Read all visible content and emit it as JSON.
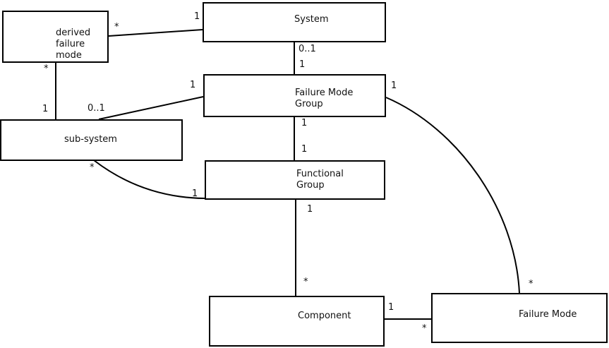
{
  "diagram": {
    "type": "uml-class-association-diagram",
    "colors": {
      "background": "#ffffff",
      "box_fill": "#ffffff",
      "box_border": "#000000",
      "line": "#000000",
      "text": "#111111"
    },
    "nodes": [
      {
        "id": "derived-failure-mode",
        "label": "derived\nfailure\nmode"
      },
      {
        "id": "system",
        "label": "System"
      },
      {
        "id": "failure-mode-group",
        "label": "Failure Mode\nGroup"
      },
      {
        "id": "sub-system",
        "label": "sub-system"
      },
      {
        "id": "functional-group",
        "label": "Functional\nGroup"
      },
      {
        "id": "component",
        "label": "Component"
      },
      {
        "id": "failure-mode",
        "label": "Failure Mode"
      }
    ],
    "edges": [
      {
        "from": "derived-failure-mode",
        "to": "system",
        "from_multiplicity": "*",
        "to_multiplicity": "1"
      },
      {
        "from": "derived-failure-mode",
        "to": "sub-system",
        "from_multiplicity": "*",
        "to_multiplicity": "1"
      },
      {
        "from": "sub-system",
        "to": "failure-mode-group",
        "from_multiplicity": "0..1",
        "to_multiplicity": "1"
      },
      {
        "from": "system",
        "to": "failure-mode-group",
        "from_multiplicity": "0..1",
        "to_multiplicity": "1"
      },
      {
        "from": "failure-mode-group",
        "to": "functional-group",
        "from_multiplicity": "1",
        "to_multiplicity": "1"
      },
      {
        "from": "functional-group",
        "to": "component",
        "from_multiplicity": "1",
        "to_multiplicity": "*"
      },
      {
        "from": "sub-system",
        "to": "functional-group",
        "from_multiplicity": "*",
        "to_multiplicity": "1"
      },
      {
        "from": "failure-mode-group",
        "to": "failure-mode",
        "from_multiplicity": "1",
        "to_multiplicity": "*"
      },
      {
        "from": "component",
        "to": "failure-mode",
        "from_multiplicity": "1",
        "to_multiplicity": "*"
      }
    ]
  }
}
